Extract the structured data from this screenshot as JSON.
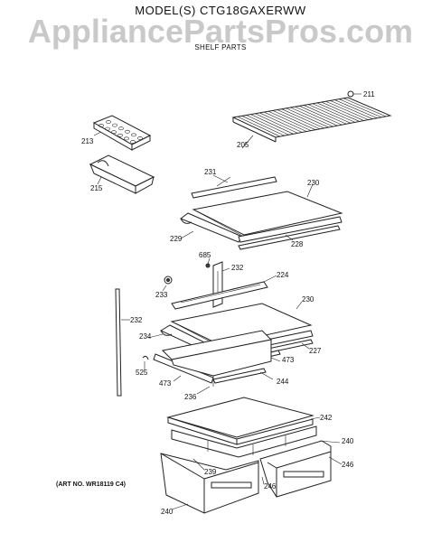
{
  "header": {
    "model_title": "MODEL(S) CTG18GAXERWW",
    "watermark": "AppliancePartsPros.com",
    "section_title": "SHELF PARTS"
  },
  "footer": {
    "art_no": "(ART NO. WR18119 C4)"
  },
  "callouts": [
    "211",
    "213",
    "205",
    "215",
    "231",
    "230",
    "229",
    "228",
    "685",
    "232",
    "224",
    "233",
    "230",
    "232",
    "234",
    "227",
    "525",
    "473",
    "473",
    "244",
    "236",
    "242",
    "240",
    "239",
    "246",
    "246",
    "240"
  ]
}
